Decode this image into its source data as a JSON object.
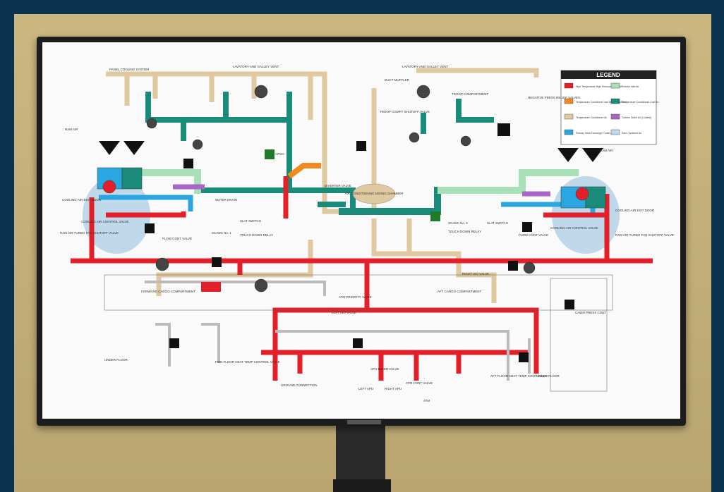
{
  "diagram": {
    "labels": {
      "panel_cooling": "PANEL COOLING SYSTEM",
      "lav_galley_vent_left": "LAVATORY AND GALLEY VENT",
      "lav_galley_vent_right": "LAVATORY AND GALLEY VENT",
      "ram_air_left": "RAM AIR",
      "ram_air_right": "RAM AIR",
      "cooling_air_exit_left": "COOLING AIR EXIT DOOR",
      "cooling_air_exit_right": "COOLING AIR EXIT DOOR",
      "cooling_air_control_left": "COOLING AIR CONTROL VALVE",
      "cooling_air_control_right": "COOLING AIR CONTROL VALVE",
      "ram_turbo_left": "RAM AIR TURBO FAN SHUTOFF VALVE",
      "ram_turbo_right": "RAM AIR TURBO FAN SHUTOFF VALVE",
      "troop_compartment": "TROOP COMPARTMENT",
      "negative_press": "NEGATIVE PRESS RELIEF VALVES",
      "mixing_chamber": "AIR CONDITIONING MIXING CHAMBER",
      "diverter_valve": "DIVERTER VALVE",
      "forward_cargo": "FORWARD CARGO COMPARTMENT",
      "aft_cargo": "AFT CARGO COMPARTMENT",
      "atm_priority": "ATM PRIORITY VALVE",
      "under_floor_left": "UNDER FLOOR",
      "under_floor_right": "UNDER FLOOR",
      "fwd_floor_heat": "FWD FLOOR HEAT TEMP CONTROL VALVE",
      "aft_floor_heat": "AFT FLOOR HEAT TEMP CONT VALVE",
      "apu_bleed": "APU BLEED VALVE",
      "left_apu": "LEFT APU",
      "right_apu": "RIGHT APU",
      "ground_connection": "GROUND CONNECTION",
      "left_iso": "LEFT ISO VALVE",
      "right_iso": "RIGHT ISO VALVE",
      "atm": "ATM",
      "atm_cont_valve": "ATM CONT VALVE",
      "flow_cont_left": "FLOW CONT VALVE",
      "flow_cont_right": "FLOW CONT VALVE",
      "slat_switch_left": "SLAT SWITCH",
      "slat_switch_right": "SLAT SWITCH",
      "touch_down_left": "TOUCH DOWN RELAY",
      "touch_down_right": "TOUCH DOWN RELAY",
      "scadc1": "SCADC No. 1",
      "scadc2": "SCADC No. 2",
      "water_drain": "WATER DRAIN",
      "duct_muffler": "DUCT MUFFLER",
      "troop_shutoff": "TROOP COMPT SHUTOFF VALVE",
      "cabin_press": "CABIN PRESS CONT",
      "apsc": "APSC"
    },
    "legend": {
      "title": "LEGEND",
      "items": [
        {
          "label": "High Temperature High Pressure Bleed Air",
          "color": "#e3202a"
        },
        {
          "label": "Turbine Inlet Air",
          "color": "#a8e0b8"
        },
        {
          "label": "Temperature Conditioned and Bleed Air Mixed",
          "color": "#f28a22"
        },
        {
          "label": "Temperature Conditioned Cold Air",
          "color": "#1a8a7a"
        },
        {
          "label": "Temperature Conditioned Air",
          "color": "#e0c9a0"
        },
        {
          "label": "Turbine Outlet Air (Coldest)",
          "color": "#a867c8"
        },
        {
          "label": "Primary Heat Exchanger Outlet Air",
          "color": "#2aa7e0"
        },
        {
          "label": "Ram / Ambient Air",
          "color": "#bfd8ea"
        }
      ]
    }
  }
}
